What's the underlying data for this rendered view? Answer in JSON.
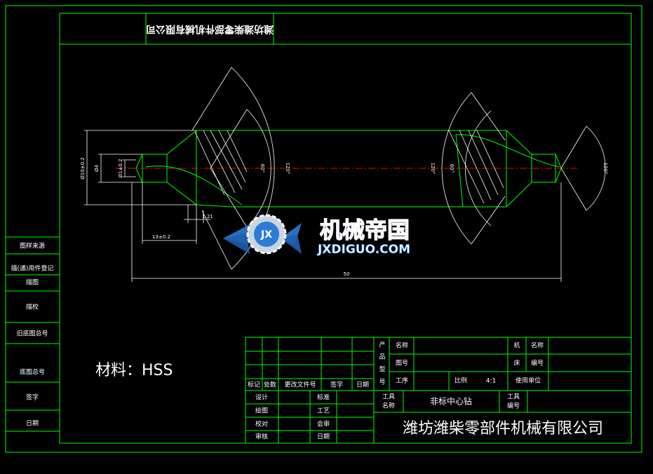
{
  "title_block": {
    "company_upside_down": "潍坊潍柴零部件机械有限公司",
    "company": "潍坊潍柴零部件机械有限公司",
    "material": "材料：HSS",
    "part_name": "非标中心钻",
    "ratio_label": "比例",
    "ratio_value": "4:1",
    "labels": {
      "product_col": [
        "产",
        "品",
        "型",
        "号"
      ],
      "name": "名称",
      "drawing_no": "图号",
      "process": "工序",
      "machine": [
        "机",
        "床"
      ],
      "machine_name": "名称",
      "machine_no": "编号",
      "using_unit": "使用单位",
      "tool_name": [
        "工具",
        "名称"
      ],
      "tool_no": [
        "工具",
        "编号"
      ],
      "mark": "标记",
      "count": "处数",
      "change_doc": "更改文件号",
      "signature": "签字",
      "date": "日期",
      "design": "设计",
      "standard": "标准",
      "drawing": "绘图",
      "craft": "工艺",
      "proofread": "校对",
      "countersign": "会审",
      "review": "审核",
      "date2": "日期"
    }
  },
  "side_panel": [
    "图样来源",
    "描(通)用件登记",
    "描图",
    "描校",
    "旧底图总号",
    "底图总号",
    "签字",
    "日期"
  ],
  "dimensions": {
    "overall_length": "50",
    "left_shoulder": "13±0.2",
    "small_step": "1.21",
    "dia_large": "Ø10±0.2",
    "dia_mid": "Ø4",
    "dia_small": "Ø1±0.2",
    "angle_60_left": "60°",
    "angle_120_left": "120°",
    "angle_120_mid": "120°",
    "angle_60_right": "60°",
    "angle_120_right": "120°"
  },
  "watermark": {
    "brand": "机械帝国",
    "domain": "JXDIGUO.COM",
    "badge": "JX"
  },
  "colors": {
    "background": "#000000",
    "frame": "#00ff00",
    "dimension": "#ffffff",
    "centerline": "#ff0000",
    "watermark_blue": "#2e7bd6"
  }
}
